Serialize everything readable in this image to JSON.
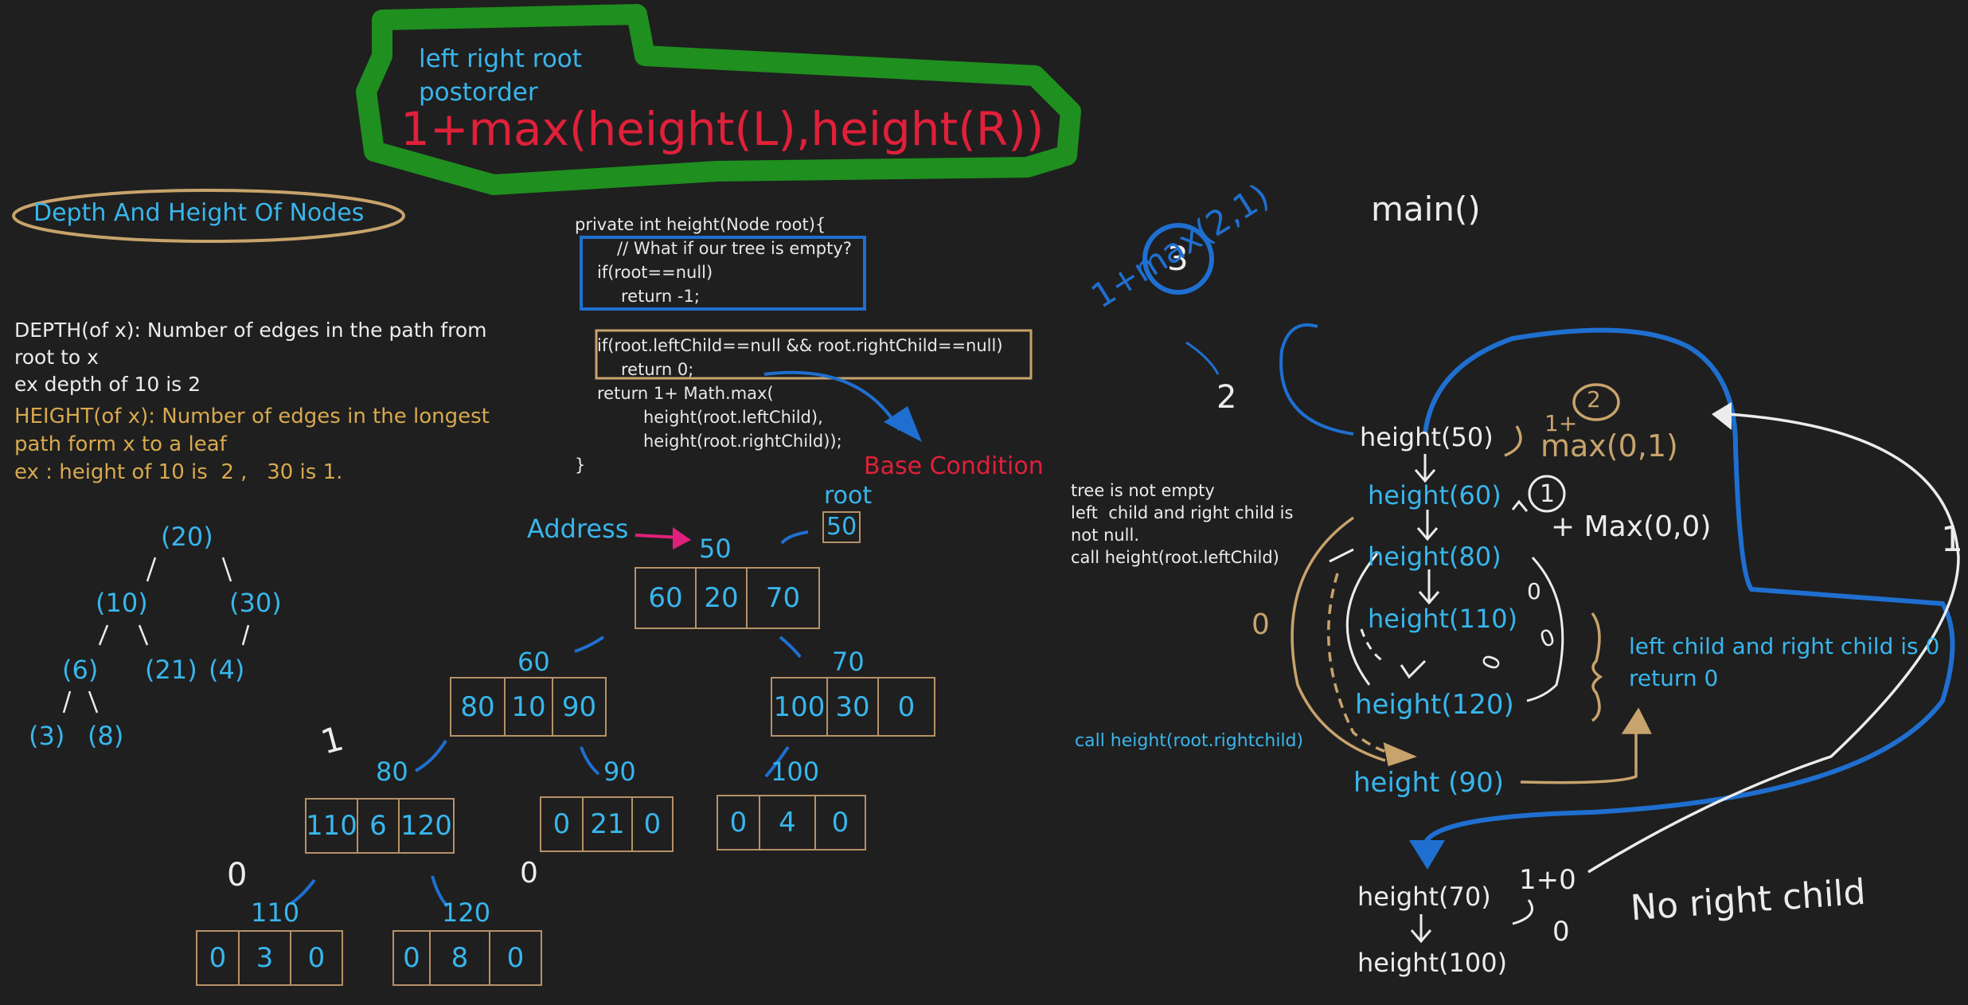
{
  "banner": {
    "line1": "left right root",
    "line2": "postorder",
    "formula": "1+max(height(L),height(R))"
  },
  "title": "Depth And Height Of Nodes",
  "definitions": {
    "depth_line1": "DEPTH(of x): Number of edges in the path from",
    "depth_line2": "root to x",
    "depth_example": "ex depth of 10 is 2",
    "height_line1": "HEIGHT(of x): Number of edges in the longest",
    "height_line2": "path form x to a leaf",
    "height_example": "ex : height of 10 is  2 ,   30 is 1."
  },
  "small_tree": {
    "n20": "(20)",
    "n10": "(10)",
    "n30": "(30)",
    "n6": "(6)",
    "n21": "(21)",
    "n4": "(4)",
    "n3": "(3)",
    "n8": "(8)"
  },
  "code": {
    "l1": "private int height(Node root){",
    "l2": "// What if our tree is empty?",
    "l3": "if(root==null)",
    "l4": "return -1;",
    "l5": "if(root.leftChild==null && root.rightChild==null)",
    "l6": "return 0;",
    "l7": "return 1+ Math.max(",
    "l8": "height(root.leftChild),",
    "l9": "height(root.rightChild));",
    "l10": "}"
  },
  "base_condition": "Base Condition",
  "memory_tree": {
    "root_label": "root",
    "root_value": "50",
    "address_label": "Address",
    "nodes": [
      {
        "addr": "50",
        "cells": [
          "60",
          "20",
          "70"
        ]
      },
      {
        "addr": "60",
        "cells": [
          "80",
          "10",
          "90"
        ]
      },
      {
        "addr": "70",
        "cells": [
          "100",
          "30",
          "0"
        ]
      },
      {
        "addr": "80",
        "cells": [
          "110",
          "6",
          "120"
        ]
      },
      {
        "addr": "90",
        "cells": [
          "0",
          "21",
          "0"
        ]
      },
      {
        "addr": "100",
        "cells": [
          "0",
          "4",
          "0"
        ]
      },
      {
        "addr": "110",
        "cells": [
          "0",
          "3",
          "0"
        ]
      },
      {
        "addr": "120",
        "cells": [
          "0",
          "8",
          "0"
        ]
      }
    ],
    "note_80": "1",
    "note_110": "0",
    "note_120": "0"
  },
  "trace": {
    "main": "main()",
    "circle_3": "3",
    "one_plus_max": "1+max(2,1)",
    "two": "2",
    "h50": "height(50)",
    "h60": "height(60)",
    "h80": "height(80)",
    "h110": "height(110)",
    "h120": "height(120)",
    "h90": "height (90)",
    "h70": "height(70)",
    "h100": "height(100)",
    "circle_2": "2",
    "max01_plus": "1+",
    "max01": "max(0,1)",
    "circle_1": "1",
    "plus_max00": "+ Max(0,0)",
    "zero_a": "0",
    "zero_b": "0",
    "zero_c": "0",
    "zero_left": "0",
    "one_right": "1",
    "not_empty_1": "tree is not empty",
    "not_empty_2": "left  child and right child is",
    "not_empty_3": "not null.",
    "not_empty_4": "call height(root.leftChild)",
    "call_right": "call height(root.rightchild)",
    "leaf_line1": "left child and right child is 0",
    "leaf_line2": "return 0",
    "one_plus_zero": "1+0",
    "zero_h100": "0",
    "no_right": "No right child"
  },
  "colors": {
    "background": "#1f1f1f",
    "cyan": "#38b6ec",
    "blue": "#1f6fd0",
    "green": "#1f8f1f",
    "red": "#e0203a",
    "gold": "#d8a94e",
    "tan": "#c8a36c",
    "pink": "#e0207a",
    "white": "#ececec"
  }
}
